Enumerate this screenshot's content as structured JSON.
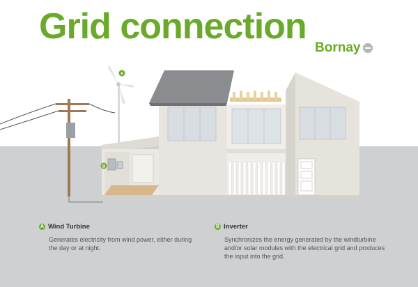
{
  "title": "Grid connection",
  "brand": {
    "name": "Bornay"
  },
  "colors": {
    "accent": "#6aaa2a",
    "ground": "#cfd0d2",
    "wall": "#e8e4df"
  },
  "legend": [
    {
      "marker": "A",
      "title": "Wind Turbine",
      "description": "Generates electricity from wind power, either during the day or at night."
    },
    {
      "marker": "B",
      "title": "Inverter",
      "description": "Synchronizes the energy generated by the windturbine and/or solar modules with the electrical grid and produces the input into the grid."
    }
  ]
}
